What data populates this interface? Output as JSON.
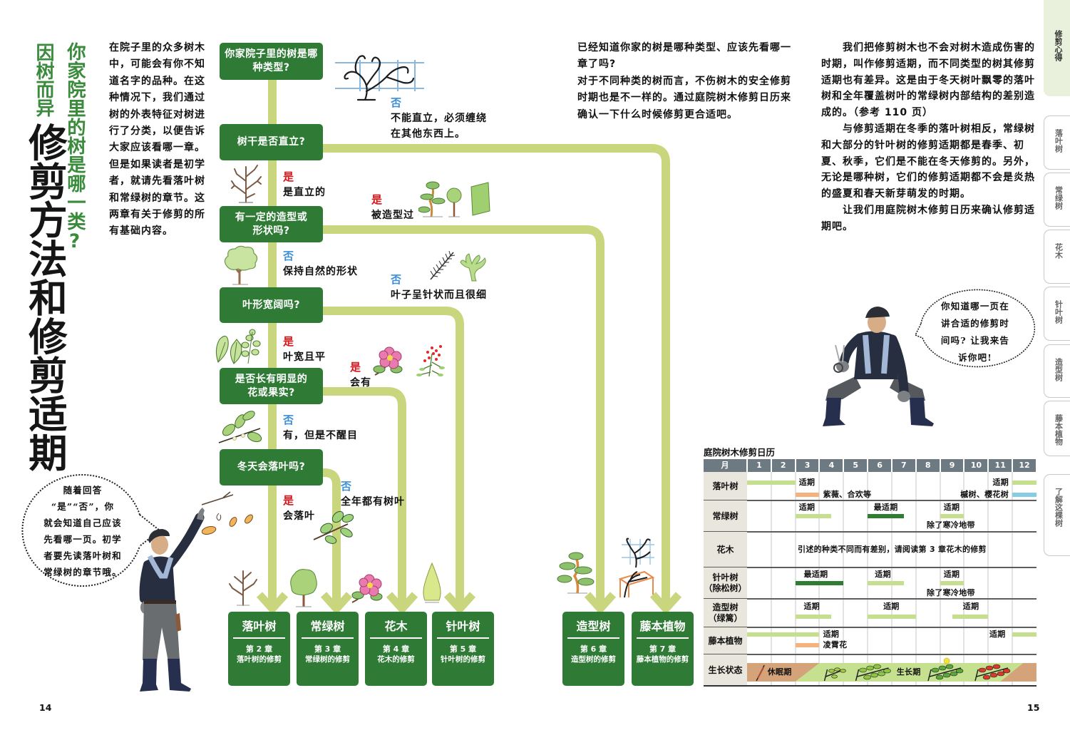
{
  "colors": {
    "title_green": "#3a8b3c",
    "box_green": "#2f7b36",
    "connector": "#c9d67d",
    "yes_mark": "#d7141a",
    "no_mark": "#3b8fd6"
  },
  "left_page": {
    "title_small": "因树而异",
    "title_question": "你家院里的树是哪一类?",
    "title_main": "修剪方法和修剪适期",
    "intro": "在院子里的众多树木中，可能会有你不知道名字的品种。在这种情况下，我们通过树的外表特征对树进行了分类，以便告诉大家应该看哪一章。但是如果读者是初学者，就请先看落叶树和常绿树的章节。这两章有关于修剪的所有基础内容。",
    "speech_lines": [
      "随着回答",
      "“是”“否”，你",
      "就会知道自己应该",
      "先看哪一页。初学",
      "者要先读落叶树和",
      "常绿树的章节哦。"
    ],
    "page_number": "14"
  },
  "flowchart": {
    "questions": [
      "你家院子里的树是哪种类型?",
      "树干是否直立?",
      "有一定的造型或形状吗?",
      "叶形宽阔吗?",
      "是否长有明显的花或果实?",
      "冬天会落叶吗?"
    ],
    "answers": [
      {
        "mark": "否",
        "text": "不能直立，必须缠绕在其他东西上。"
      },
      {
        "mark": "是",
        "text": "是直立的"
      },
      {
        "mark": "是",
        "text": "被造型过"
      },
      {
        "mark": "否",
        "text": "保持自然的形状"
      },
      {
        "mark": "否",
        "text": "叶子呈针状而且很细"
      },
      {
        "mark": "是",
        "text": "叶宽且平"
      },
      {
        "mark": "是",
        "text": "会有"
      },
      {
        "mark": "否",
        "text": "有，但是不醒目"
      },
      {
        "mark": "是",
        "text": "会落叶"
      },
      {
        "mark": "否",
        "text": "全年都有树叶"
      }
    ],
    "results": [
      {
        "title": "落叶树",
        "chapter": "第 2 章",
        "subtitle": "落叶树的修剪"
      },
      {
        "title": "常绿树",
        "chapter": "第 3 章",
        "subtitle": "常绿树的修剪"
      },
      {
        "title": "花木",
        "chapter": "第 4 章",
        "subtitle": "花木的修剪"
      },
      {
        "title": "针叶树",
        "chapter": "第 5 章",
        "subtitle": "针叶树的修剪"
      },
      {
        "title": "造型树",
        "chapter": "第 6 章",
        "subtitle": "造型树的修剪"
      },
      {
        "title": "藤本植物",
        "chapter": "第 7 章",
        "subtitle": "藤本植物的修剪"
      }
    ]
  },
  "right_page": {
    "intro_question": "已经知道你家的树是哪种类型、应该先看哪一章了吗?",
    "intro_text": "对于不同种类的树而言，不伤树木的安全修剪时期也是不一样的。通过庭院树木修剪日历来确认一下什么时候修剪更合适吧。",
    "paragraphs": [
      "我们把修剪树木也不会对树木造成伤害的时期，叫作修剪适期，而不同类型的树其修剪适期也有差异。这是由于冬天树叶飘零的落叶树和全年覆盖树叶的常绿树内部结构的差别造成的。（参考 110 页）",
      "与修剪适期在冬季的落叶树相反，常绿树和大部分的针叶树的修剪适期都是春季、初夏、秋季，它们是不能在冬天修剪的。另外，无论是哪种树，它们的修剪适期都不会是炎热的盛夏和春天新芽萌发的时期。",
      "让我们用庭院树木修剪日历来确认修剪适期吧。"
    ],
    "speech_lines": [
      "你知道哪一页在",
      "讲合适的修剪时",
      "间吗? 让我来告",
      "诉你吧!"
    ],
    "page_number": "15"
  },
  "calendar": {
    "title": "庭院树木修剪日历",
    "header_label": "月",
    "months": [
      "1",
      "2",
      "3",
      "4",
      "5",
      "6",
      "7",
      "8",
      "9",
      "10",
      "11",
      "12"
    ],
    "colors": {
      "suitable": "#c6df8f",
      "best": "#2f7d32",
      "orange": "#f4b27e",
      "blue": "#86cde3",
      "dormant": "#d4a37a",
      "growing": "#c5e08f"
    },
    "rows": [
      {
        "label": "落叶树",
        "items": [
          {
            "kind": "bar",
            "type": "suitable",
            "start": 1,
            "end": 3,
            "lane": 0
          },
          {
            "kind": "label",
            "text": "适期",
            "at": 3.15,
            "lane": 0
          },
          {
            "kind": "bar",
            "type": "orange",
            "start": 3,
            "end": 4,
            "lane": 1
          },
          {
            "kind": "label",
            "text": "紫薇、合欢等",
            "at": 4.15,
            "lane": 1
          },
          {
            "kind": "label",
            "text": "适期",
            "at": 11.85,
            "lane": 0,
            "align": "right"
          },
          {
            "kind": "bar",
            "type": "suitable",
            "start": 12,
            "end": 13,
            "lane": 0
          },
          {
            "kind": "label",
            "text": "槭树、樱花树",
            "at": 11.85,
            "lane": 1,
            "align": "right"
          },
          {
            "kind": "bar",
            "type": "blue",
            "start": 12,
            "end": 13,
            "lane": 1
          }
        ]
      },
      {
        "label": "常绿树",
        "items": [
          {
            "kind": "label",
            "text": "适期",
            "at": 3.15,
            "lane": 0
          },
          {
            "kind": "bar",
            "type": "suitable",
            "start": 3,
            "end": 4.5,
            "lane": 1
          },
          {
            "kind": "label",
            "text": "最适期",
            "at": 6.25,
            "lane": 0
          },
          {
            "kind": "bar",
            "type": "best",
            "start": 6,
            "end": 7.5,
            "lane": 1
          },
          {
            "kind": "label",
            "text": "适期",
            "at": 9.15,
            "lane": 0
          },
          {
            "kind": "bar",
            "type": "suitable",
            "start": 9,
            "end": 10,
            "lane": 1
          },
          {
            "kind": "label",
            "text": "除了寒冷地带",
            "at": 8.45,
            "lane": 2
          }
        ]
      },
      {
        "label": "花木",
        "items": [
          {
            "kind": "label",
            "text": "引述的种类不同而有差别，请阅读第 3 章花木的修剪",
            "at": 3.1,
            "lane": 0
          }
        ]
      },
      {
        "label": "针叶树",
        "sublabel": "（除松树）",
        "items": [
          {
            "kind": "label",
            "text": "最适期",
            "at": 3.35,
            "lane": 0
          },
          {
            "kind": "bar",
            "type": "best",
            "start": 3,
            "end": 5,
            "lane": 1
          },
          {
            "kind": "label",
            "text": "适期",
            "at": 6.3,
            "lane": 0
          },
          {
            "kind": "bar",
            "type": "suitable",
            "start": 6,
            "end": 7.5,
            "lane": 1
          },
          {
            "kind": "label",
            "text": "适期",
            "at": 9.15,
            "lane": 0
          },
          {
            "kind": "bar",
            "type": "suitable",
            "start": 9,
            "end": 10,
            "lane": 1
          },
          {
            "kind": "label",
            "text": "除了寒冷地带",
            "at": 8.45,
            "lane": 2
          }
        ]
      },
      {
        "label": "造型树",
        "sublabel": "（绿篱）",
        "items": [
          {
            "kind": "label",
            "text": "适期",
            "at": 3.35,
            "lane": 0
          },
          {
            "kind": "bar",
            "type": "suitable",
            "start": 3,
            "end": 4.5,
            "lane": 1
          },
          {
            "kind": "label",
            "text": "适期",
            "at": 6.65,
            "lane": 0
          },
          {
            "kind": "bar",
            "type": "suitable",
            "start": 6,
            "end": 8,
            "lane": 1
          },
          {
            "kind": "label",
            "text": "适期",
            "at": 9.95,
            "lane": 0
          },
          {
            "kind": "bar",
            "type": "suitable",
            "start": 9.5,
            "end": 11,
            "lane": 1
          }
        ]
      },
      {
        "label": "藤本植物",
        "items": [
          {
            "kind": "bar",
            "type": "suitable",
            "start": 1,
            "end": 4,
            "lane": 0
          },
          {
            "kind": "label",
            "text": "适期",
            "at": 4.15,
            "lane": 0
          },
          {
            "kind": "bar",
            "type": "orange",
            "start": 3,
            "end": 4,
            "lane": 1
          },
          {
            "kind": "label",
            "text": "凌霄花",
            "at": 4.15,
            "lane": 1
          },
          {
            "kind": "label",
            "text": "适期",
            "at": 11.05,
            "lane": 0
          },
          {
            "kind": "bar",
            "type": "suitable",
            "start": 12,
            "end": 13,
            "lane": 0
          }
        ]
      },
      {
        "label": "生长状态",
        "growth": {
          "dormant_label": "休眠期",
          "dormant_label_at": 1.85,
          "growing_label": "生长期",
          "growing_label_at": 7.2,
          "growing_start_bottom": 3.0,
          "growing_start_top": 4.0,
          "growing_end_top": 12.45,
          "growing_end_bottom": 11.5,
          "icons": [
            {
              "name": "dormant-twig-icon",
              "month": 1.3
            },
            {
              "name": "sprout-branch-icon",
              "month": 4.15
            },
            {
              "name": "leafy-branch-icon",
              "month": 5.45
            },
            {
              "name": "summer-branch-sun-icon",
              "month": 8.45
            },
            {
              "name": "autumn-branch-icon",
              "month": 10.4
            }
          ]
        }
      }
    ]
  },
  "side_tabs": [
    {
      "label": "修剪心得",
      "active": true
    },
    {
      "label": "落叶树"
    },
    {
      "label": "常绿树"
    },
    {
      "label": "花木"
    },
    {
      "label": "针叶树"
    },
    {
      "label": "造型树"
    },
    {
      "label": "藤本植物"
    },
    {
      "label": "了解这棵树"
    }
  ]
}
